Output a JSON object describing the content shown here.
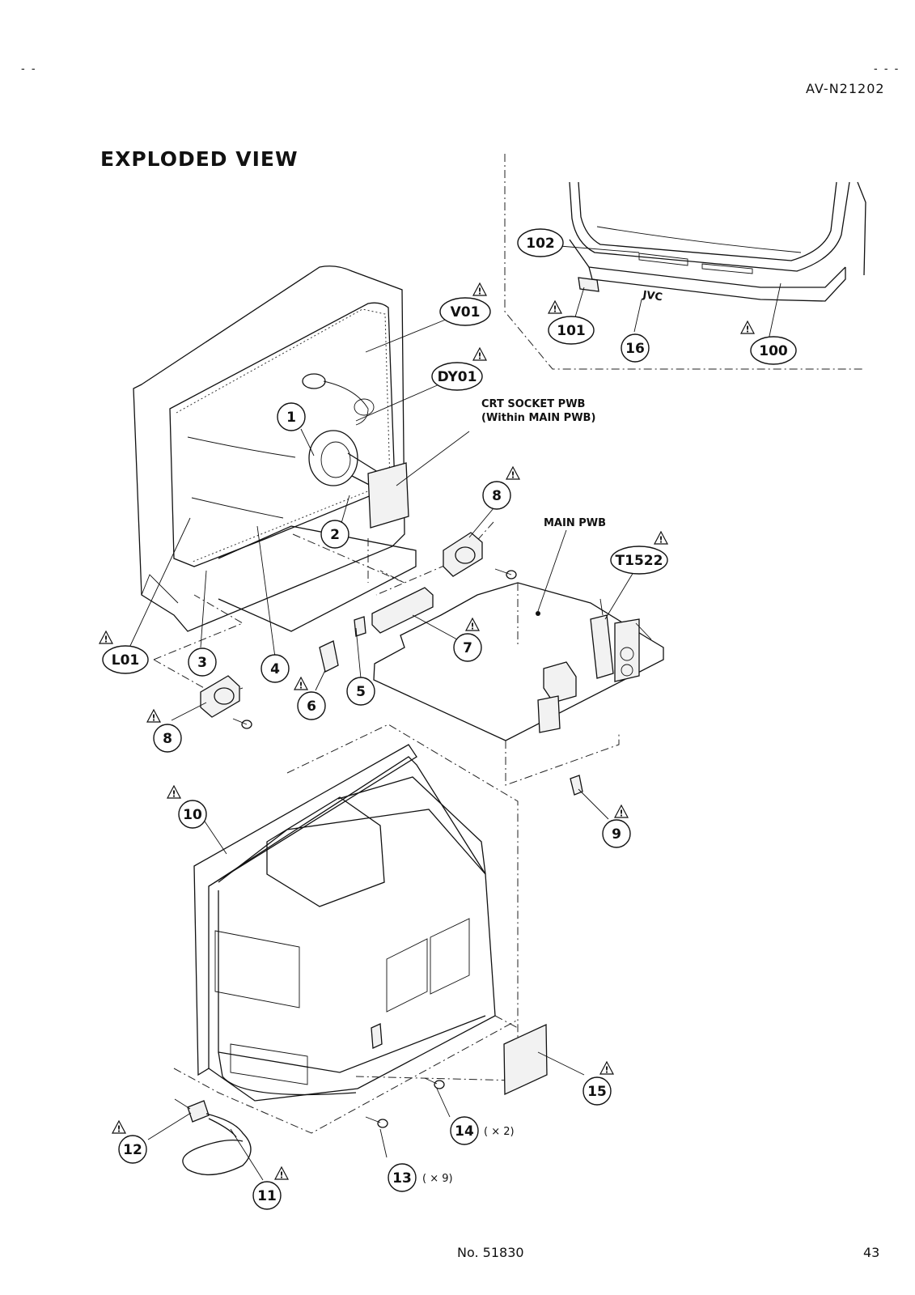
{
  "header": {
    "corner_left": "- -",
    "corner_right": "- - -",
    "model": "AV-N21202"
  },
  "title": "EXPLODED VIEW",
  "labels": {
    "crt_socket_line1": "CRT SOCKET PWB",
    "crt_socket_line2": "(Within MAIN PWB)",
    "main_pwb": "MAIN PWB"
  },
  "callouts": [
    {
      "id": "V01",
      "shape": "ellipse",
      "warning": true
    },
    {
      "id": "DY01",
      "shape": "ellipse",
      "warning": true
    },
    {
      "id": "1",
      "shape": "circle",
      "warning": false
    },
    {
      "id": "2",
      "shape": "circle",
      "warning": false
    },
    {
      "id": "8",
      "shape": "circle",
      "warning": true
    },
    {
      "id": "T1522",
      "shape": "ellipse",
      "warning": true
    },
    {
      "id": "7",
      "shape": "circle",
      "warning": true
    },
    {
      "id": "L01",
      "shape": "ellipse",
      "warning": true
    },
    {
      "id": "3",
      "shape": "circle",
      "warning": false
    },
    {
      "id": "4",
      "shape": "circle",
      "warning": false
    },
    {
      "id": "5",
      "shape": "circle",
      "warning": false
    },
    {
      "id": "6",
      "shape": "circle",
      "warning": true
    },
    {
      "id": "8",
      "shape": "circle",
      "warning": true
    },
    {
      "id": "10",
      "shape": "circle",
      "warning": true
    },
    {
      "id": "9",
      "shape": "circle",
      "warning": true
    },
    {
      "id": "15",
      "shape": "circle",
      "warning": true
    },
    {
      "id": "14",
      "shape": "circle",
      "warning": false,
      "qty": "( × 2)"
    },
    {
      "id": "12",
      "shape": "circle",
      "warning": true
    },
    {
      "id": "13",
      "shape": "circle",
      "warning": false,
      "qty": "( × 9)"
    },
    {
      "id": "11",
      "shape": "circle",
      "warning": true
    },
    {
      "id": "102",
      "shape": "ellipse",
      "warning": false
    },
    {
      "id": "101",
      "shape": "ellipse",
      "warning": true
    },
    {
      "id": "16",
      "shape": "circle",
      "warning": false
    },
    {
      "id": "100",
      "shape": "ellipse",
      "warning": true
    }
  ],
  "brand_mark": "JVC",
  "footer": {
    "doc_no": "No. 51830",
    "page": "43"
  }
}
